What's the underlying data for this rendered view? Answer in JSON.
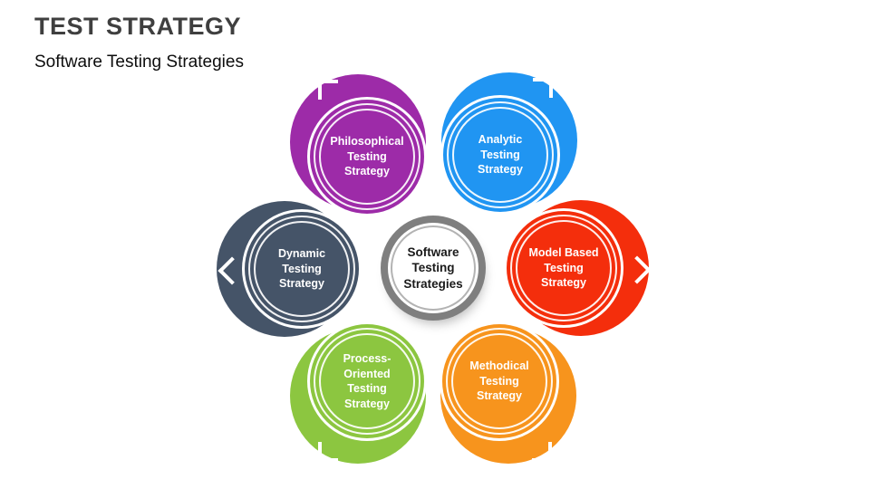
{
  "slide": {
    "title": "TEST STRATEGY",
    "subtitle": "Software Testing Strategies"
  },
  "diagram": {
    "center": {
      "label": "Software Testing Strategies",
      "fill": "#ffffff",
      "ring_color": "#7f7f7f",
      "text_color": "#1a1a1a"
    },
    "items": [
      {
        "id": "philosophical",
        "label": "Philosophical Testing Strategy",
        "color": "#9D2BA8",
        "position": "top-left"
      },
      {
        "id": "analytic",
        "label": "Analytic Testing Strategy",
        "color": "#2095F2",
        "position": "top-right"
      },
      {
        "id": "dynamic",
        "label": "Dynamic Testing Strategy",
        "color": "#455468",
        "position": "left"
      },
      {
        "id": "model-based",
        "label": "Model Based Testing Strategy",
        "color": "#F42E0C",
        "position": "right"
      },
      {
        "id": "process-oriented",
        "label": "Process-Oriented Testing Strategy",
        "color": "#8CC640",
        "position": "bottom-left"
      },
      {
        "id": "methodical",
        "label": "Methodical Testing Strategy",
        "color": "#F7941D",
        "position": "bottom-right"
      }
    ],
    "icons": {
      "chevron": "chevron-outward-icon"
    }
  }
}
